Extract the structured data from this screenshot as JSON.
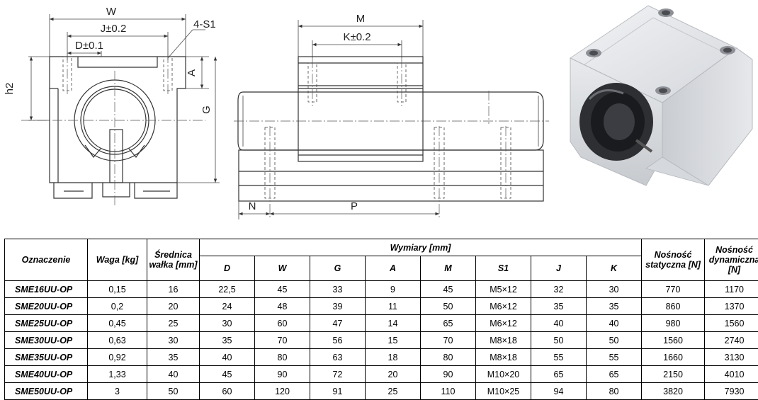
{
  "drawing_labels": {
    "W": "W",
    "J": "J±0.2",
    "D": "D±0.1",
    "S1": "4-S1",
    "A": "A",
    "h2": "h2",
    "G": "G",
    "M": "M",
    "K": "K±0.2",
    "N": "N",
    "P": "P"
  },
  "table": {
    "headers": {
      "designation": "Oznaczenie",
      "weight": "Waga [kg]",
      "shaft_diameter": "Średnica wałka [mm]",
      "dimensions": "Wymiary [mm]",
      "static_load": "Nośność statyczna [N]",
      "dynamic_load": "Nośność dynamiczna [N]",
      "dim_cols": [
        "D",
        "W",
        "G",
        "A",
        "M",
        "S1",
        "J",
        "K"
      ]
    },
    "rows": [
      [
        "SME16UU-OP",
        "0,15",
        "16",
        "22,5",
        "45",
        "33",
        "9",
        "45",
        "M5×12",
        "32",
        "30",
        "770",
        "1170"
      ],
      [
        "SME20UU-OP",
        "0,2",
        "20",
        "24",
        "48",
        "39",
        "11",
        "50",
        "M6×12",
        "35",
        "35",
        "860",
        "1370"
      ],
      [
        "SME25UU-OP",
        "0,45",
        "25",
        "30",
        "60",
        "47",
        "14",
        "65",
        "M6×12",
        "40",
        "40",
        "980",
        "1560"
      ],
      [
        "SME30UU-OP",
        "0,63",
        "30",
        "35",
        "70",
        "56",
        "15",
        "70",
        "M8×18",
        "50",
        "50",
        "1560",
        "2740"
      ],
      [
        "SME35UU-OP",
        "0,92",
        "35",
        "40",
        "80",
        "63",
        "18",
        "80",
        "M8×18",
        "55",
        "55",
        "1660",
        "3130"
      ],
      [
        "SME40UU-OP",
        "1,33",
        "40",
        "45",
        "90",
        "72",
        "20",
        "90",
        "M10×20",
        "65",
        "65",
        "2150",
        "4010"
      ],
      [
        "SME50UU-OP",
        "3",
        "50",
        "60",
        "120",
        "91",
        "25",
        "110",
        "M10×25",
        "94",
        "80",
        "3820",
        "7930"
      ]
    ]
  }
}
